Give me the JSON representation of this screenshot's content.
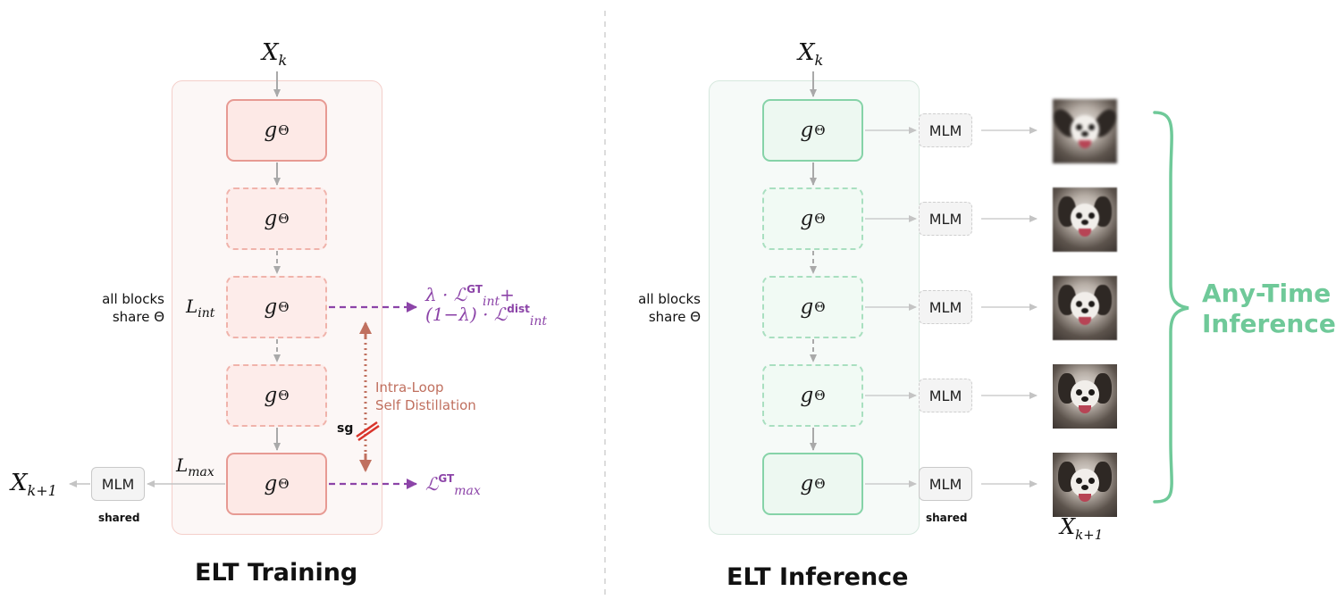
{
  "left_panel": {
    "title": "ELT Training",
    "input": "X",
    "input_sub": "k",
    "output": "X",
    "output_sub": "k+1",
    "blocks": [
      {
        "label": "g",
        "sub": "Θ"
      },
      {
        "label": "g",
        "sub": "Θ"
      },
      {
        "label": "g",
        "sub": "Θ"
      },
      {
        "label": "g",
        "sub": "Θ"
      },
      {
        "label": "g",
        "sub": "Θ"
      }
    ],
    "share_note_line1": "all blocks",
    "share_note_line2": "share Θ",
    "l_int": "L",
    "l_int_sub": "int",
    "l_max": "L",
    "l_max_sub": "max",
    "mlm": "MLM",
    "shared": "shared",
    "int_loss_line1_a": "λ · ℒ",
    "int_loss_line1_sup": "GT",
    "int_loss_line1_sub": "int",
    "int_loss_line1_b": "+",
    "int_loss_line2_a": "(1−λ) · ℒ",
    "int_loss_line2_sup": "dist",
    "int_loss_line2_sub": "int",
    "max_loss": "ℒ",
    "max_loss_sup": "GT",
    "max_loss_sub": "max",
    "distill_line1": "Intra-Loop",
    "distill_line2": "Self Distillation",
    "sg": "sg"
  },
  "right_panel": {
    "title": "ELT Inference",
    "input": "X",
    "input_sub": "k",
    "output": "X",
    "output_sub": "k+1",
    "blocks": [
      {
        "label": "g",
        "sub": "Θ"
      },
      {
        "label": "g",
        "sub": "Θ"
      },
      {
        "label": "g",
        "sub": "Θ"
      },
      {
        "label": "g",
        "sub": "Θ"
      },
      {
        "label": "g",
        "sub": "Θ"
      }
    ],
    "share_note_line1": "all blocks",
    "share_note_line2": "share Θ",
    "mlm_labels": [
      "MLM",
      "MLM",
      "MLM",
      "MLM",
      "MLM"
    ],
    "shared": "shared",
    "any_time_line1": "Any-Time",
    "any_time_line2": "Inference"
  },
  "colors": {
    "red_border": "#e79a93",
    "green_border": "#86d3a8",
    "purple": "#8c44a8",
    "brown": "#c0705f",
    "any_time": "#6fc999"
  }
}
